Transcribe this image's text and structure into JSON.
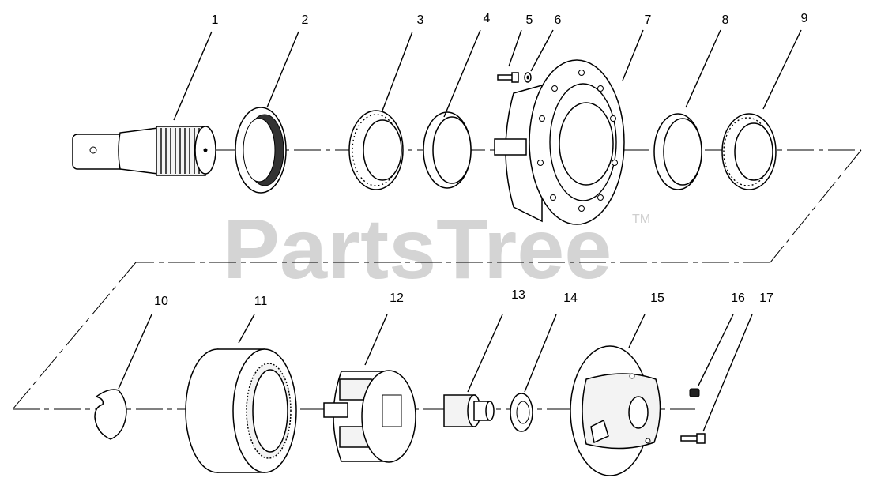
{
  "watermark": {
    "text": "PartsTree",
    "trademark": "TM"
  },
  "callouts": [
    "1",
    "2",
    "3",
    "4",
    "5",
    "6",
    "7",
    "8",
    "9",
    "10",
    "11",
    "12",
    "13",
    "14",
    "15",
    "16",
    "17"
  ]
}
